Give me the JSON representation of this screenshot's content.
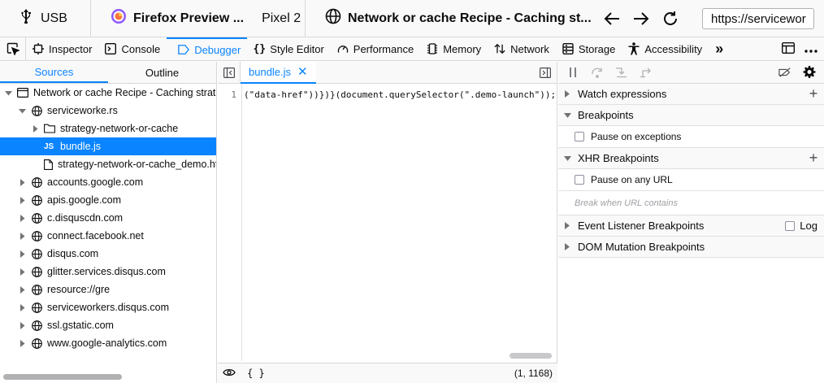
{
  "topbar": {
    "usb_label": "USB",
    "app_name": "Firefox Preview ...",
    "device_model": "Pixel 2",
    "tab_title": "Network or cache Recipe - Caching st...",
    "url": "https://servicewor"
  },
  "toolbox": {
    "tabs": [
      {
        "label": "Inspector"
      },
      {
        "label": "Console"
      },
      {
        "label": "Debugger"
      },
      {
        "label": "Style Editor"
      },
      {
        "label": "Performance"
      },
      {
        "label": "Memory"
      },
      {
        "label": "Network"
      },
      {
        "label": "Storage"
      },
      {
        "label": "Accessibility"
      }
    ],
    "overflow": "»"
  },
  "sources": {
    "tabs": [
      "Sources",
      "Outline"
    ],
    "tree": [
      {
        "label": "Network or cache Recipe - Caching strateg"
      },
      {
        "label": "serviceworke.rs"
      },
      {
        "label": "strategy-network-or-cache"
      },
      {
        "label": "bundle.js",
        "badge": "JS"
      },
      {
        "label": "strategy-network-or-cache_demo.htr"
      },
      {
        "label": "accounts.google.com"
      },
      {
        "label": "apis.google.com"
      },
      {
        "label": "c.disquscdn.com"
      },
      {
        "label": "connect.facebook.net"
      },
      {
        "label": "disqus.com"
      },
      {
        "label": "glitter.services.disqus.com"
      },
      {
        "label": "resource://gre"
      },
      {
        "label": "serviceworkers.disqus.com"
      },
      {
        "label": "ssl.gstatic.com"
      },
      {
        "label": "www.google-analytics.com"
      }
    ]
  },
  "editor": {
    "tab_label": "bundle.js",
    "close": "✕",
    "line_number": "1",
    "code": "(\"data-href\"))})}(document.querySelector(\".demo-launch\"));",
    "braces": "{ }",
    "cursor": "(1, 1168)"
  },
  "panel": {
    "watch": "Watch expressions",
    "breakpoints": "Breakpoints",
    "pause_exceptions": "Pause on exceptions",
    "xhr": "XHR Breakpoints",
    "pause_url": "Pause on any URL",
    "url_placeholder": "Break when URL contains",
    "event_listener": "Event Listener Breakpoints",
    "log": "Log",
    "dom_mutation": "DOM Mutation Breakpoints",
    "plus": "+"
  },
  "colors": {
    "accent": "#0a84ff",
    "panel_bg": "#f9f9fa",
    "border": "#d7d7db"
  }
}
